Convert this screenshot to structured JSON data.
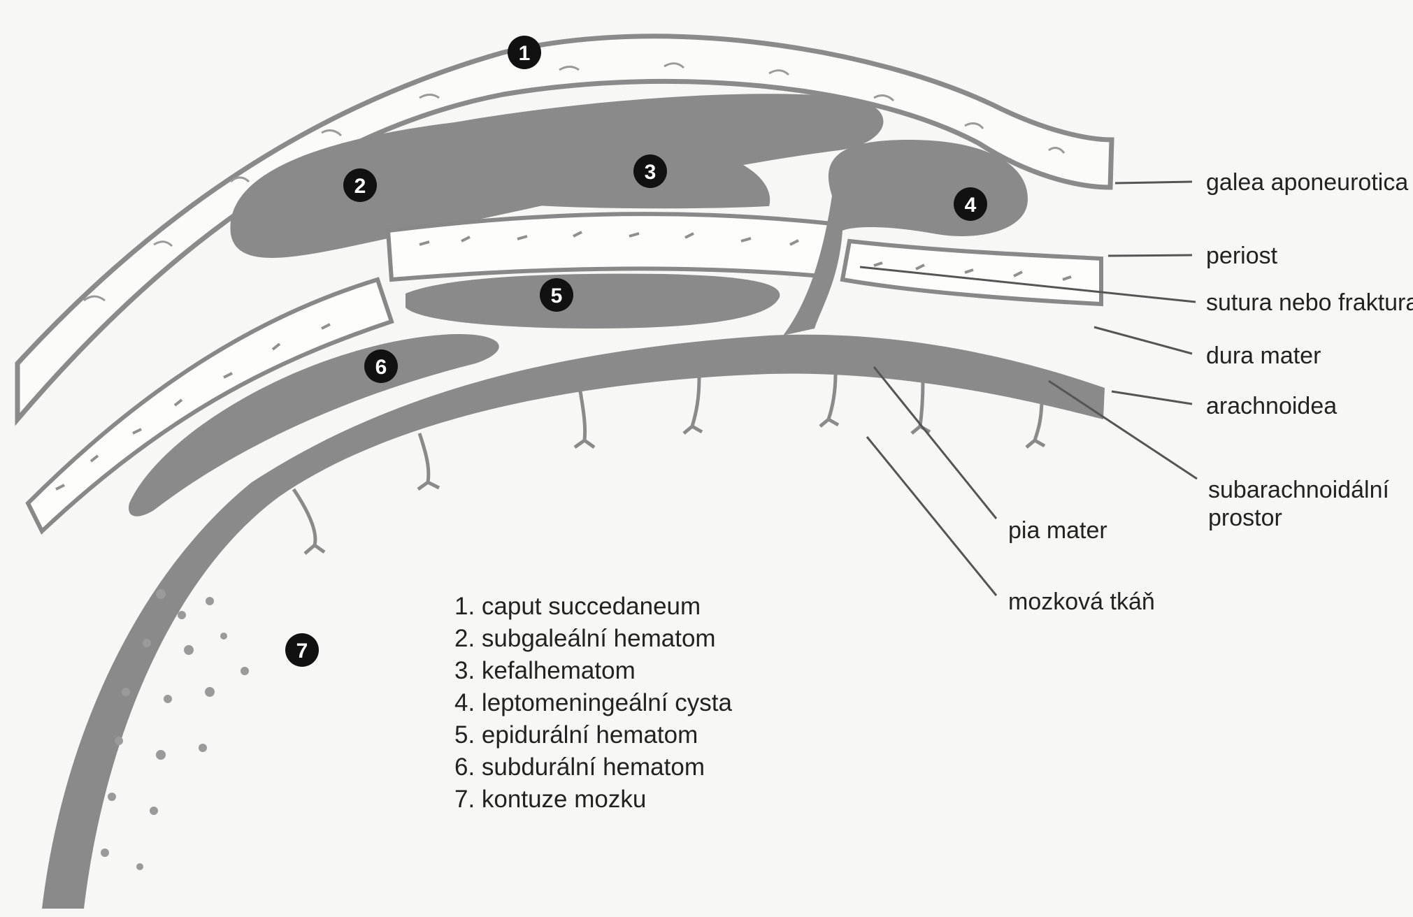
{
  "labels": {
    "galea": "galea aponeurotica",
    "periost": "periost",
    "sutura": "sutura nebo fraktura",
    "dura": "dura mater",
    "arachnoidea": "arachnoidea",
    "subarach_1": "subarachnoidální",
    "subarach_2": "prostor",
    "pia": "pia mater",
    "mozkova": "mozková tkáň"
  },
  "markers": [
    "1",
    "2",
    "3",
    "4",
    "5",
    "6",
    "7"
  ],
  "legend": [
    "1. caput succedaneum",
    "2. subgaleální hematom",
    "3. kefalhematom",
    "4. leptomeningeální cysta",
    "5. epidurální hematom",
    "6. subdurální hematom",
    "7. kontuze mozku"
  ],
  "colors": {
    "fill": "#8a8a8a",
    "line": "#777777",
    "marker": "#111111",
    "bg": "#f7f7f6"
  }
}
